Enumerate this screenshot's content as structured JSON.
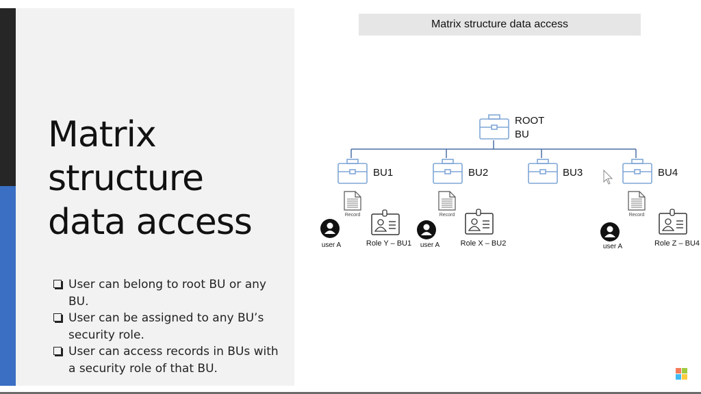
{
  "slide": {
    "title_lines": [
      "Matrix",
      "structure",
      "data access"
    ],
    "bullets": [
      "User can belong to root BU or any BU.",
      "User can be assigned to any BU’s security role.",
      "User can access records in BUs with a security role of that BU."
    ],
    "diagram_heading": "Matrix structure data access",
    "root": {
      "label_line1": "ROOT",
      "label_line2": "BU"
    },
    "units": [
      {
        "label": "BU1",
        "record": "Record",
        "user": "user A",
        "role": "Role Y – BU1"
      },
      {
        "label": "BU2",
        "record": "Record",
        "user": "user A",
        "role": "Role X – BU2"
      },
      {
        "label": "BU3"
      },
      {
        "label": "BU4",
        "record": "Record",
        "user": "user A",
        "role": "Role Z – BU4"
      }
    ]
  },
  "colors": {
    "accent_dark": "#262626",
    "accent_blue": "#3a6fc4",
    "connector": "#4a6fa5",
    "icon_blue": "#7fa6d6",
    "logo": [
      "#f25022",
      "#7fba00",
      "#00a4ef",
      "#ffb900"
    ]
  },
  "icons": [
    "briefcase-icon",
    "document-icon",
    "user-icon",
    "id-badge-icon",
    "cursor-icon",
    "microsoft-logo"
  ]
}
